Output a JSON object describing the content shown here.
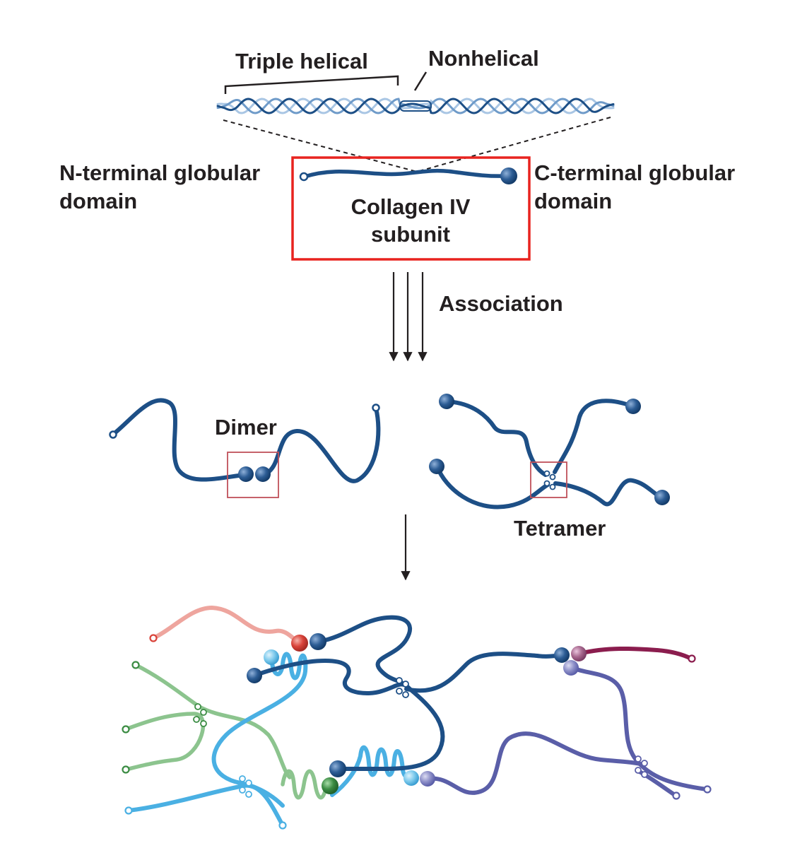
{
  "labels": {
    "triple_helical": "Triple helical",
    "nonhelical": "Nonhelical",
    "n_terminal_line1": "N-terminal globular",
    "n_terminal_line2": "domain",
    "c_terminal_line1": "C-terminal globular",
    "c_terminal_line2": "domain",
    "subunit_line1": "Collagen IV",
    "subunit_line2": "subunit",
    "association": "Association",
    "dimer": "Dimer",
    "tetramer": "Tetramer"
  },
  "colors": {
    "dark_blue": "#1d4f86",
    "light_blue": "#4ab0e3",
    "purple_blue": "#5a5ea8",
    "green": "#8cc48e",
    "pink": "#eea59e",
    "maroon": "#8b1d4e",
    "red_box": "#e8231f",
    "small_box": "#c0505a",
    "text": "#231f20"
  },
  "icons": [
    "arrow-down-icon",
    "globular-domain-icon",
    "triple-helix-icon"
  ]
}
